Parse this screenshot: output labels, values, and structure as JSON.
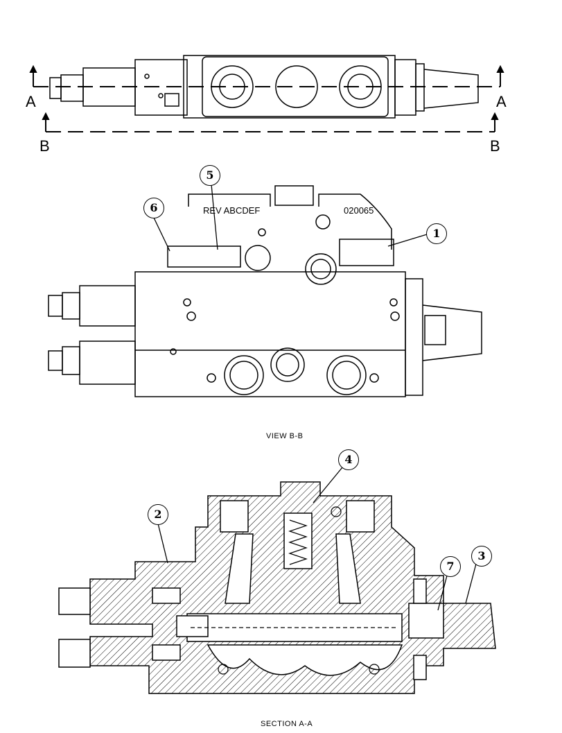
{
  "section_marks": {
    "a": "A",
    "b": "B"
  },
  "callouts": [
    "1",
    "2",
    "3",
    "4",
    "5",
    "6",
    "7"
  ],
  "body_stamp": {
    "rev": "REV ABCDEF",
    "part": "020065"
  },
  "captions": {
    "view_bb": "VIEW B-B",
    "section_aa": "SECTION A-A"
  }
}
